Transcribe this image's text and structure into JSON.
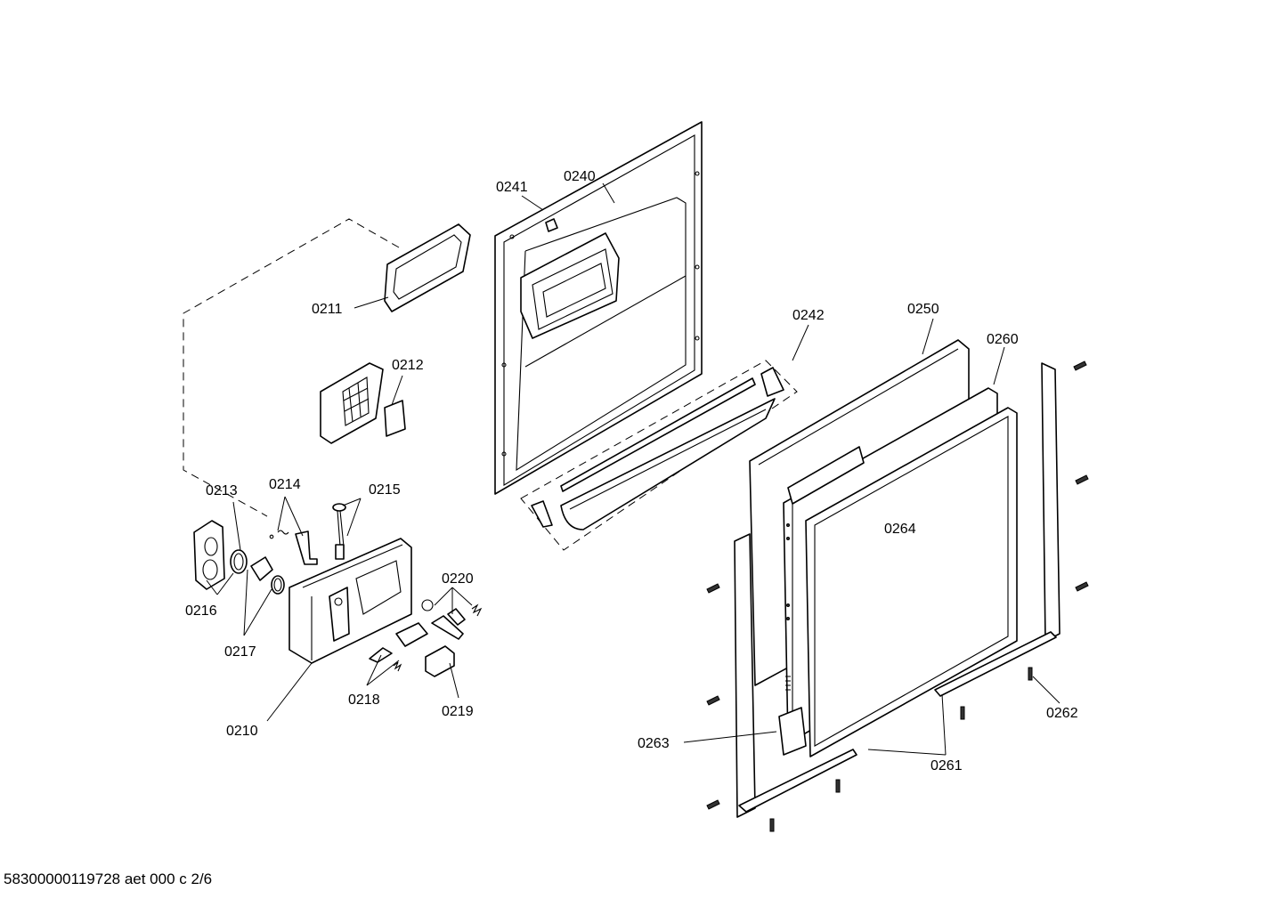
{
  "labels": {
    "p0210": "0210",
    "p0211": "0211",
    "p0212": "0212",
    "p0213": "0213",
    "p0214": "0214",
    "p0215": "0215",
    "p0216": "0216",
    "p0217": "0217",
    "p0218": "0218",
    "p0219": "0219",
    "p0220": "0220",
    "p0240": "0240",
    "p0241": "0241",
    "p0242": "0242",
    "p0250": "0250",
    "p0260": "0260",
    "p0261": "0261",
    "p0262": "0262",
    "p0263": "0263",
    "p0264": "0264"
  },
  "footer": {
    "reference": "58300000119728 aet 000 c 2/6"
  }
}
